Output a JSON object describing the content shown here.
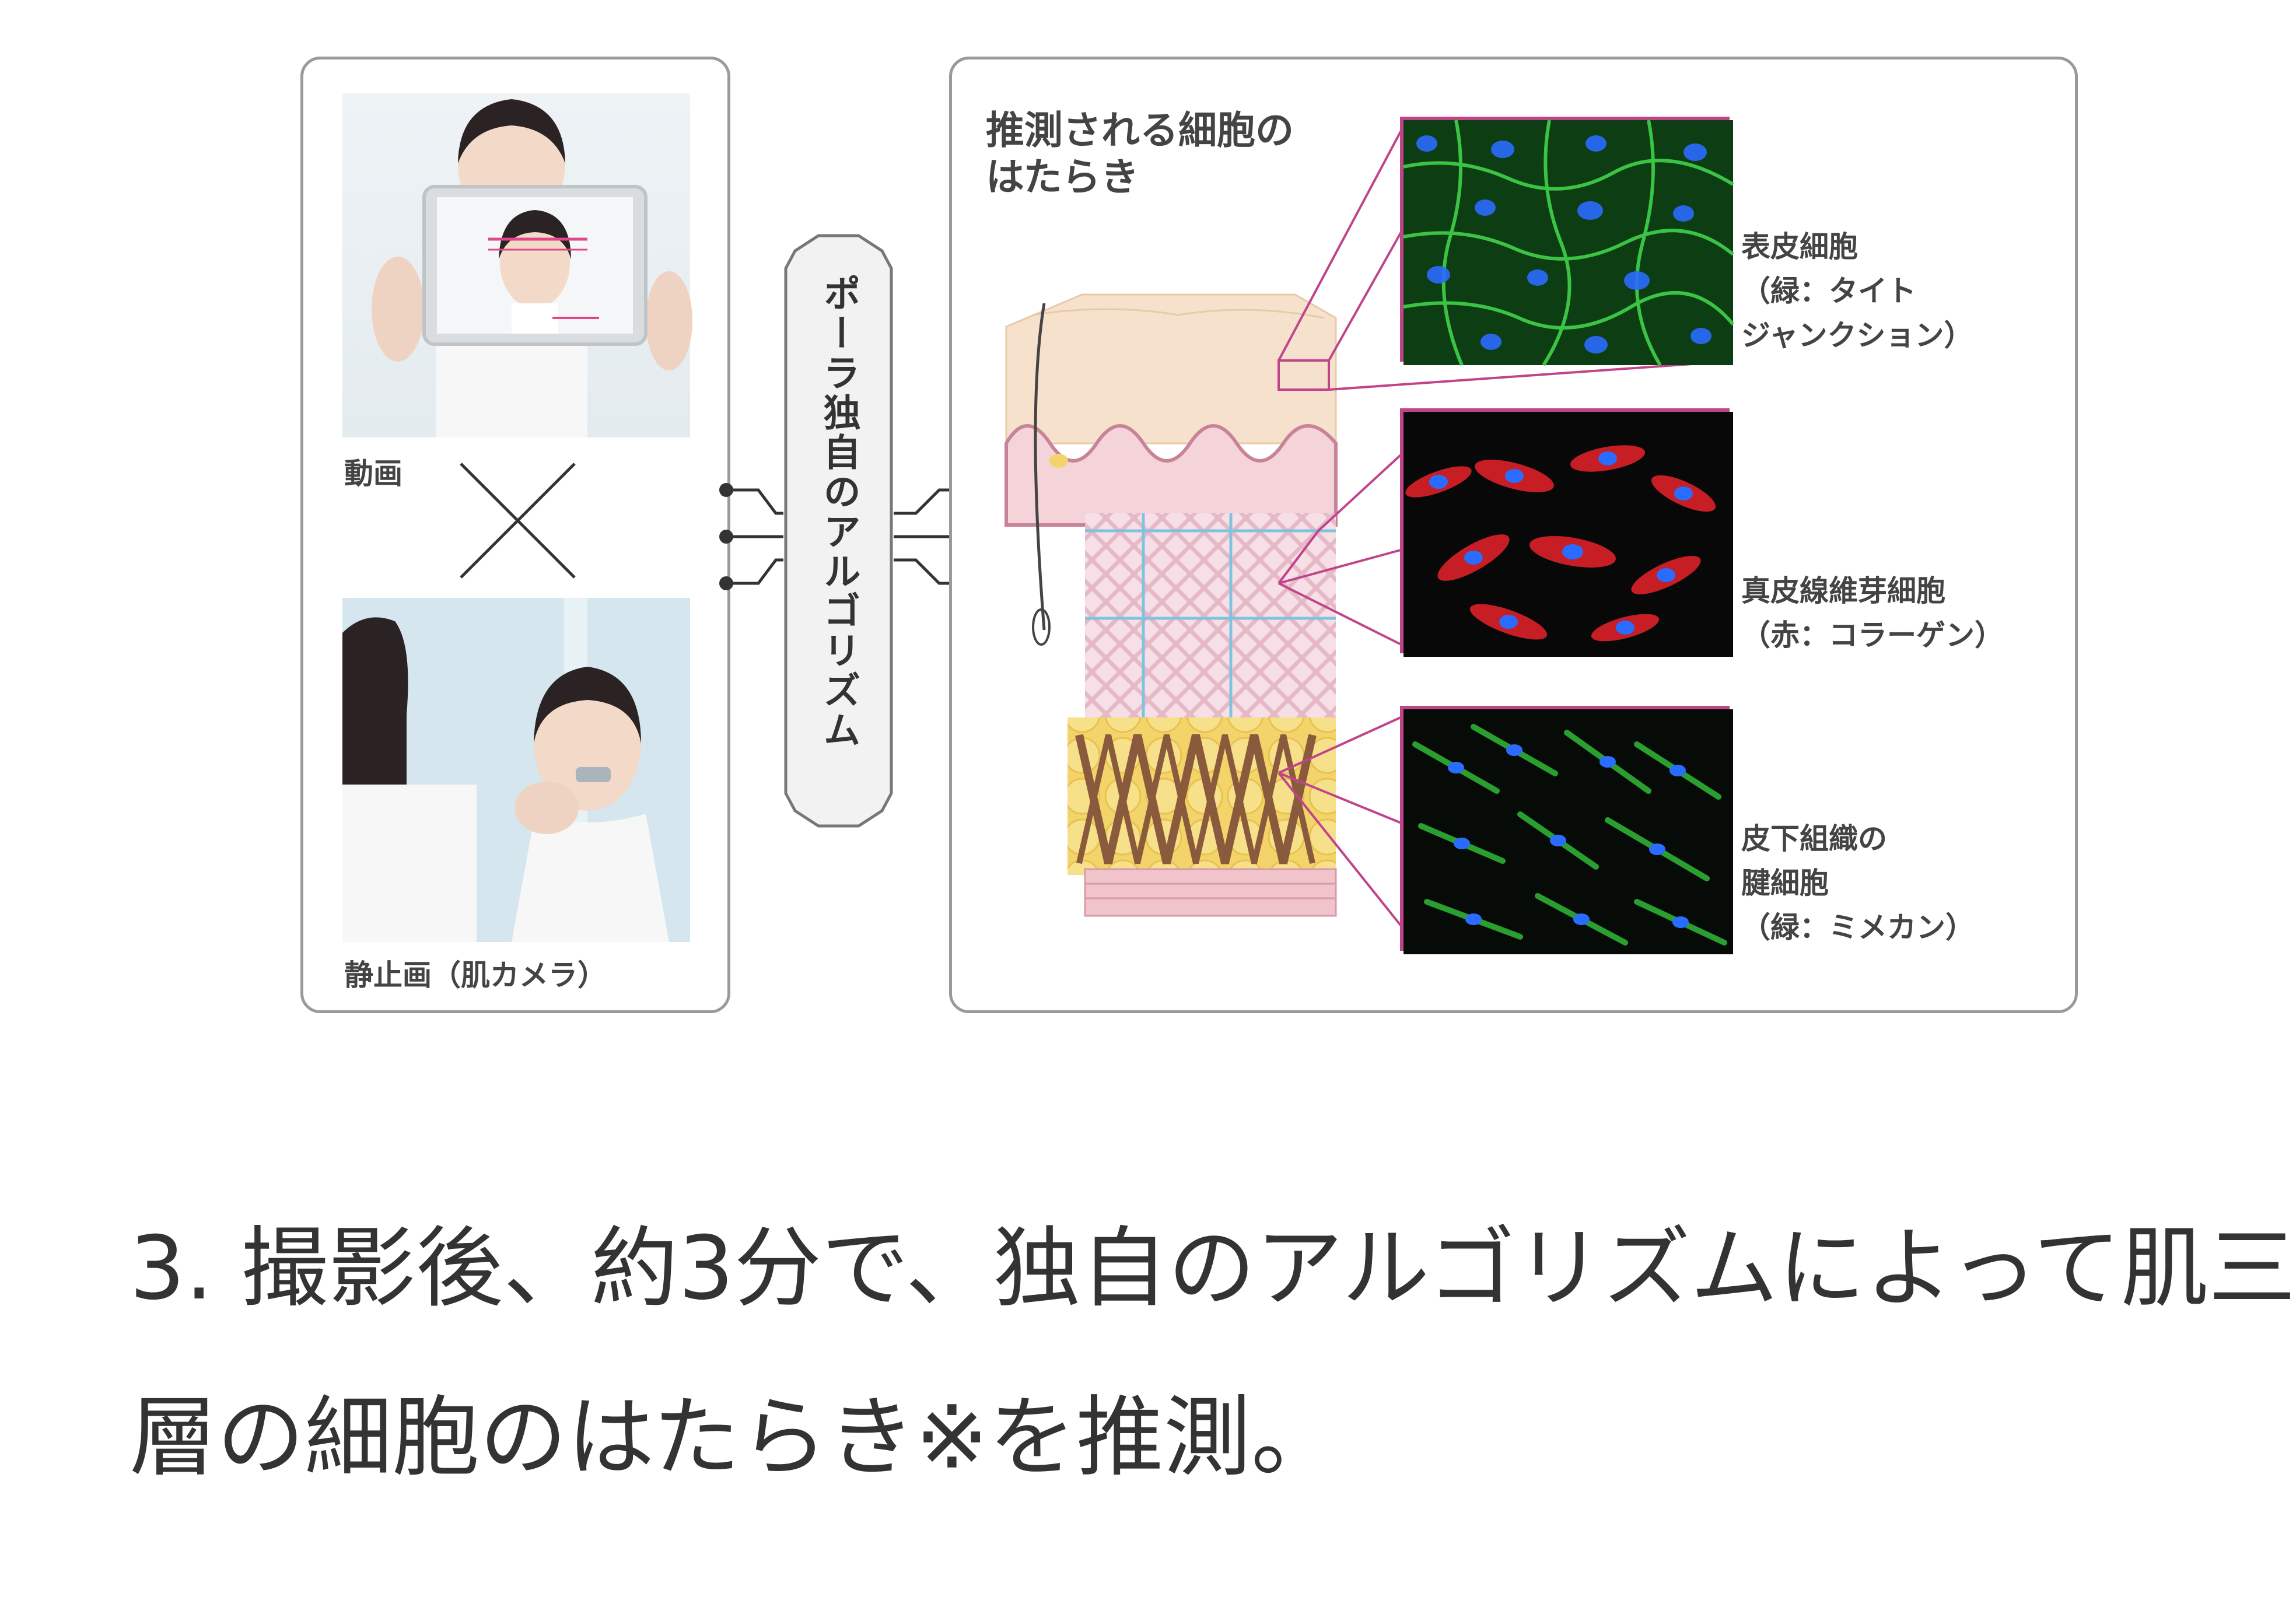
{
  "left_panel": {
    "video_label": "動画",
    "still_label": "静止画（肌カメラ）"
  },
  "algorithm": {
    "label": "ポーラ独自のアルゴリズム"
  },
  "right_panel": {
    "title_line1": "推測される細胞の",
    "title_line2": "はたらき",
    "cells": [
      {
        "lines": [
          "表皮細胞",
          "（緑：タイト",
          "ジャンクション）"
        ],
        "stain_color": "#2fae35"
      },
      {
        "lines": [
          "真皮線維芽細胞",
          "（赤：コラーゲン）"
        ],
        "stain_color": "#d21f27"
      },
      {
        "lines": [
          "皮下組織の",
          "腱細胞",
          "（緑：ミメカン）"
        ],
        "stain_color": "#2fae35"
      }
    ]
  },
  "caption": {
    "line1": "3. 撮影後、約3分で、独自のアルゴリズムによって肌三",
    "line2": "層の細胞のはたらき※を推測。"
  },
  "colors": {
    "panel_border": "#9a9a9a",
    "magenta_frame": "#c0448a",
    "nucleus_blue": "#2a6cff"
  }
}
